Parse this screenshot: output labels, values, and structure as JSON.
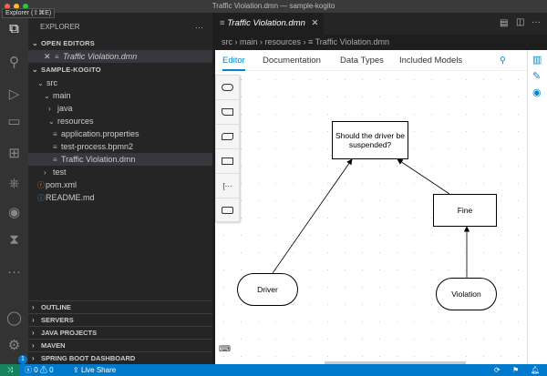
{
  "window": {
    "title": "Traffic Violation.dmn — sample-kogito",
    "tooltip": "Explorer (⇧⌘E)"
  },
  "sidebar": {
    "title": "EXPLORER",
    "more": "···",
    "open_editors": {
      "header": "OPEN EDITORS",
      "items": [
        {
          "label": "Traffic Violation.dmn"
        }
      ]
    },
    "project": {
      "header": "SAMPLE-KOGITO",
      "tree": [
        {
          "label": "src"
        },
        {
          "label": "main"
        },
        {
          "label": "java"
        },
        {
          "label": "resources"
        },
        {
          "label": "application.properties"
        },
        {
          "label": "test-process.bpmn2"
        },
        {
          "label": "Traffic Violation.dmn"
        },
        {
          "label": "test"
        },
        {
          "label": "pom.xml"
        },
        {
          "label": "README.md"
        }
      ]
    },
    "sections": [
      "OUTLINE",
      "SERVERS",
      "JAVA PROJECTS",
      "MAVEN",
      "SPRING BOOT DASHBOARD"
    ]
  },
  "editor": {
    "tab": "Traffic Violation.dmn",
    "breadcrumb": [
      "src",
      "main",
      "resources",
      "Traffic Violation.dmn"
    ],
    "dmn_tabs": [
      "Editor",
      "Documentation",
      "Data Types",
      "Included Models"
    ],
    "active_tab": "Editor",
    "accent": "#0088ce",
    "nodes": {
      "decision": "Should the driver be suspended?",
      "fine": "Fine",
      "driver": "Driver",
      "violation": "Violation"
    }
  },
  "status": {
    "errors": "0",
    "warnings": "0",
    "live_share": "Live Share",
    "badge": "1"
  }
}
